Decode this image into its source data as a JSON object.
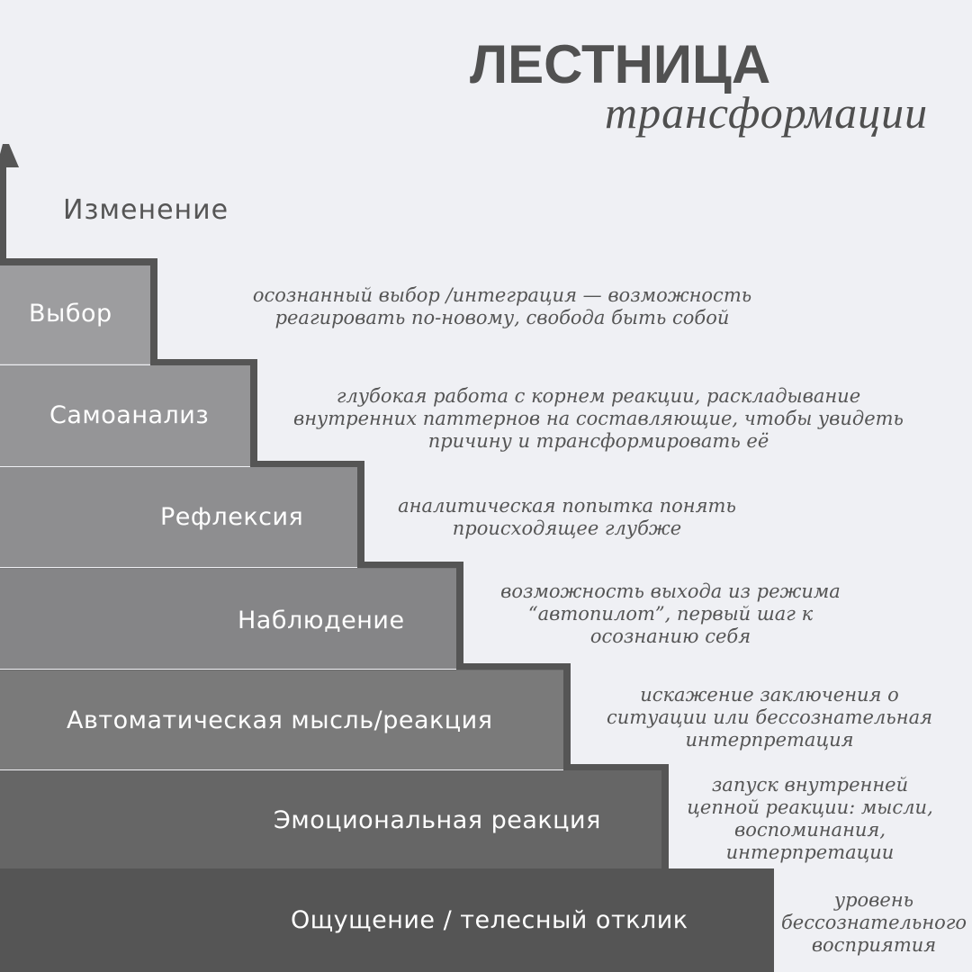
{
  "title": {
    "main": "ЛЕСТНИЦА",
    "sub": "трансформации"
  },
  "top_label": "Изменение",
  "colors": {
    "background": "#eff0f4",
    "outline": "#555555",
    "text_dark": "#555555",
    "step_label": "#ffffff"
  },
  "steps": [
    {
      "label": "Выбор",
      "description": [
        "осознанный выбор /интеграция — возможность",
        "реагировать по-новому, свобода быть собой"
      ],
      "color": "#9d9d9f"
    },
    {
      "label": "Самоанализ",
      "description": [
        "глубокая работа с корнем реакции, раскладывание",
        "внутренних паттернов на составляющие, чтобы увидеть",
        "причину и трансформировать её"
      ],
      "color": "#959597"
    },
    {
      "label": "Рефлексия",
      "description": [
        "аналитическая попытка понять",
        "происходящее глубже"
      ],
      "color": "#8e8e90"
    },
    {
      "label": "Наблюдение",
      "description": [
        "возможность выхода из режима",
        "“автопилот”, первый шаг к",
        "осознанию себя"
      ],
      "color": "#858587"
    },
    {
      "label": "Автоматическая мысль/реакция",
      "description": [
        "искажение заключения о",
        "ситуации или бессознательная",
        "интерпретация"
      ],
      "color": "#7a7a7a"
    },
    {
      "label": "Эмоциональная реакция",
      "description": [
        "запуск внутренней",
        "цепной реакции: мысли,",
        "воспоминания,",
        "интерпретации"
      ],
      "color": "#666666"
    },
    {
      "label": "Ощущение / телесный отклик",
      "description": [
        "уровень",
        "бессознательного",
        "восприятия"
      ],
      "color": "#555555"
    }
  ]
}
